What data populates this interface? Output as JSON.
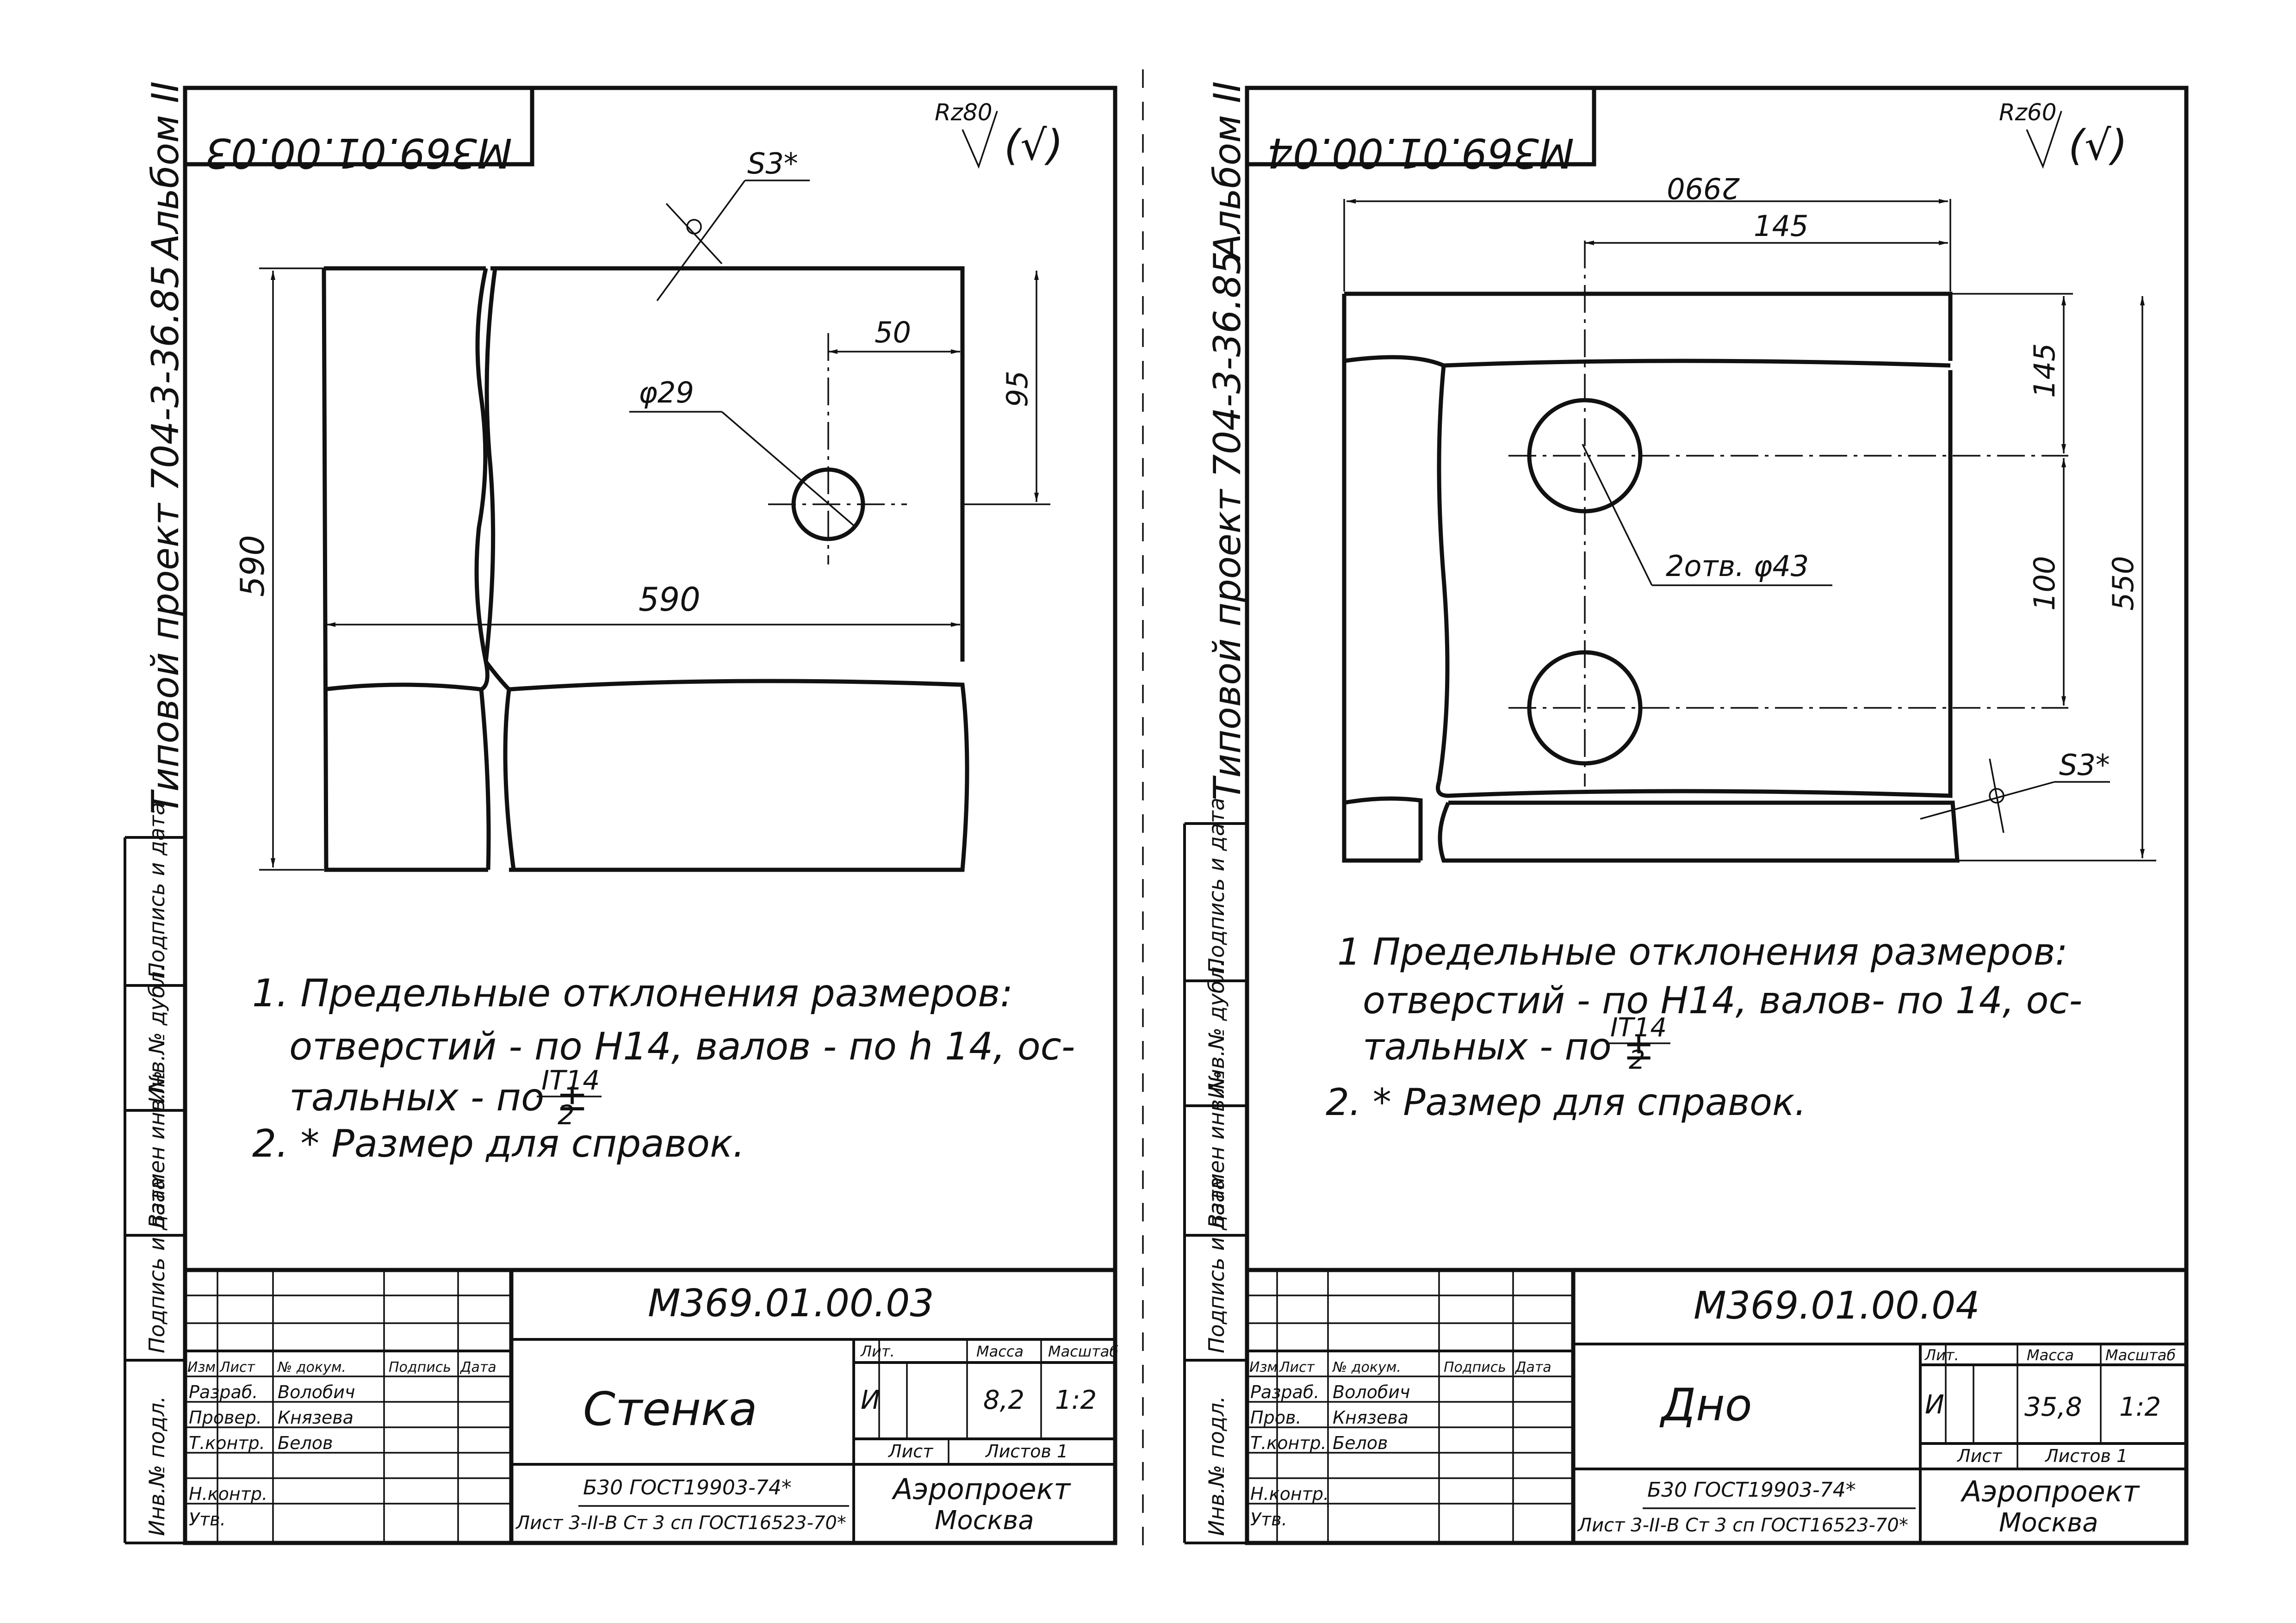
{
  "sheets": [
    {
      "album": "Альбом II",
      "project": "Типовой  проект  704-3-36.85",
      "mirrored_code": "М369.01.00.03",
      "roughness": "Rz80",
      "roughness_paren": "(√)",
      "dims": {
        "s": "S3*",
        "d50": "50",
        "d95": "95",
        "hole": "φ29",
        "height": "590",
        "width": "590"
      },
      "notes": [
        "1.  Предельные  отклонения  размеров:",
        "отверстий - по Н14,  валов - по h 14,  ос-",
        "тальных - по ±",
        "2. * Размер  для  справок."
      ],
      "note_frac_num": "IT14",
      "note_frac_den": "2",
      "side_labels": [
        "Инв.№ подл.",
        "Подпись и дата",
        "Взамен инв.№",
        "Инв.№ дубл.",
        "Подпись и дата"
      ],
      "title_block": {
        "code": "М369.01.00.03",
        "name": "Стенка",
        "header_cols": [
          "Изм",
          "Лист",
          "№ докум.",
          "Подпись",
          "Дата"
        ],
        "people": [
          {
            "role": "Разраб.",
            "name": "Волобич"
          },
          {
            "role": "Провер.",
            "name": "Князева"
          },
          {
            "role": "Т.контр.",
            "name": "Белов"
          },
          {
            "role": "Н.контр.",
            "name": ""
          },
          {
            "role": "Утв.",
            "name": ""
          }
        ],
        "lit_label": "Лит.",
        "mass_label": "Масса",
        "scale_label": "Масштаб",
        "lit": "И",
        "mass": "8,2",
        "scale": "1:2",
        "sheet_label": "Лист",
        "sheets_label": "Листов 1",
        "material_top": "Б30 ГОСТ19903-74*",
        "material_bottom": "Лист  3-II-В Ст 3 сп ГОСТ16523-70*",
        "org": "Аэропроект",
        "city": "Москва"
      }
    },
    {
      "album": "Альбом II",
      "project": "Типовой  проект  704-3-36.85",
      "mirrored_code": "М369.01.00.04",
      "roughness": "Rz60",
      "roughness_paren": "(√)",
      "dims": {
        "overall_w": "2990",
        "d145_top": "145",
        "d145_side": "145",
        "d100": "100",
        "overall_h": "550",
        "holes": "2отв. φ43",
        "s": "S3*"
      },
      "notes": [
        "1  Предельные   отклонения   размеров:",
        "отверстий - по Н14, валов- по 14,  ос-",
        "тальных - по ±",
        "2.  * Размер  для  справок."
      ],
      "note_frac_num": "IT14",
      "note_frac_den": "2",
      "side_labels": [
        "Инв.№ подл.",
        "Подпись и дата",
        "Взамен инв.№",
        "Инв.№ дубл.",
        "Подпись и дата"
      ],
      "title_block": {
        "code": "М369.01.00.04",
        "name": "Дно",
        "header_cols": [
          "Изм",
          "Лист",
          "№ докум.",
          "Подпись",
          "Дата"
        ],
        "people": [
          {
            "role": "Разраб.",
            "name": "Волобич"
          },
          {
            "role": "Пров.",
            "name": "Князева"
          },
          {
            "role": "Т.контр.",
            "name": "Белов"
          },
          {
            "role": "Н.контр.",
            "name": ""
          },
          {
            "role": "Утв.",
            "name": ""
          }
        ],
        "lit_label": "Лит.",
        "mass_label": "Масса",
        "scale_label": "Масштаб",
        "lit": "И",
        "mass": "35,8",
        "scale": "1:2",
        "sheet_label": "Лист",
        "sheets_label": "Листов 1",
        "material_top": "Б30 ГОСТ19903-74*",
        "material_bottom": "Лист  3-II-В Ст 3 сп ГОСТ16523-70*",
        "org": "Аэропроект",
        "city": "Москва"
      }
    }
  ]
}
